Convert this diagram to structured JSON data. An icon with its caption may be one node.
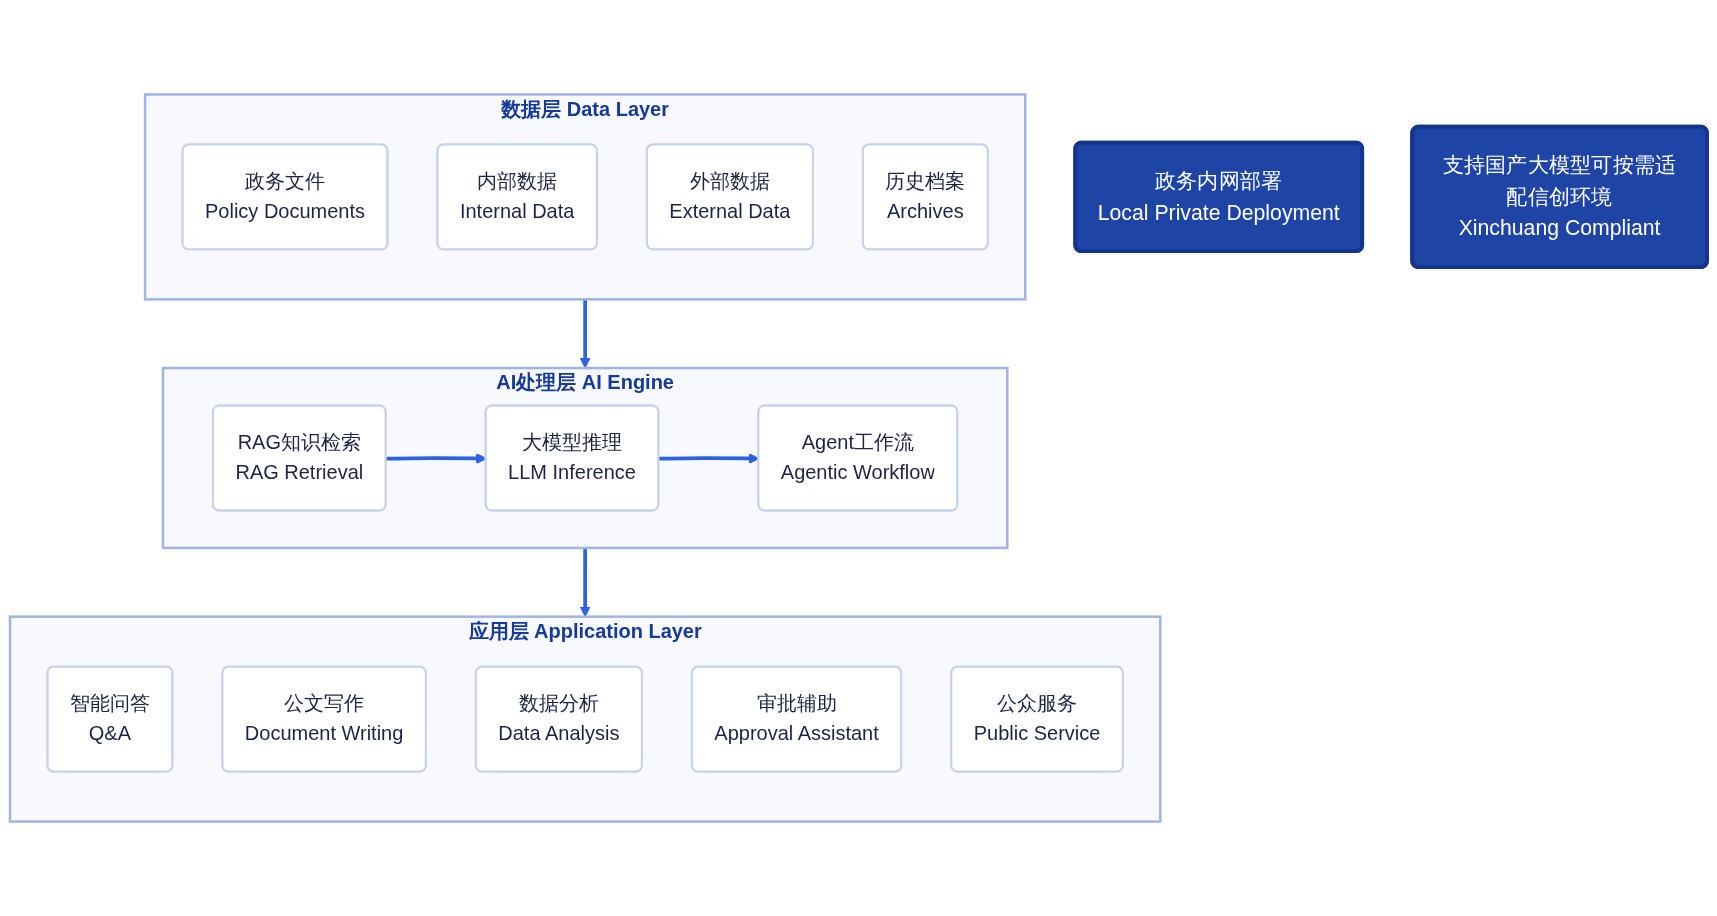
{
  "diagram": {
    "nodes": [
      {
        "text": [
          "政务内网部署",
          "Local Private Deployment"
        ]
      },
      {
        "text": [
          "数据层 Data Layer"
        ]
      },
      {
        "text": [
          "政务文件",
          "Policy Documents"
        ],
        "in": 1
      },
      {
        "text": [
          "内部数据",
          "Internal Data"
        ],
        "in": 1
      },
      {
        "text": [
          "外部数据",
          "External Data"
        ],
        "in": 1
      },
      {
        "text": [
          "历史档案",
          "Archives"
        ],
        "in": 1
      },
      {
        "text": [
          "AI处理层 AI Engine"
        ]
      },
      {
        "text": [
          "RAG知识检索",
          "RAG Retrieval"
        ],
        "in": 6
      },
      {
        "text": [
          "大模型推理",
          "LLM Inference"
        ],
        "in": 6
      },
      {
        "text": [
          "Agent工作流",
          "Agentic Workflow"
        ],
        "in": 6
      },
      {
        "text": [
          "应用层 Application Layer"
        ]
      },
      {
        "text": [
          "智能问答",
          "Q&A"
        ],
        "in": 10
      },
      {
        "text": [
          "公文写作",
          "Document Writing"
        ],
        "in": 10
      },
      {
        "text": [
          "数据分析",
          "Data Analysis"
        ],
        "in": 10
      },
      {
        "text": [
          "审批辅助",
          "Approval Assistant"
        ],
        "in": 10
      },
      {
        "text": [
          "公众服务",
          "Public Service"
        ],
        "in": 10
      },
      {
        "text": [
          "支持国产大模型可按需适配信创环境",
          "Xinchuang Compliant"
        ]
      }
    ],
    "edges": [
      {
        "from": 1,
        "to": 6,
        "arrow": "to"
      },
      {
        "from": 7,
        "to": 8,
        "arrow": "to"
      },
      {
        "from": 8,
        "to": 9,
        "arrow": "to"
      },
      {
        "from": 6,
        "to": 10,
        "arrow": "to"
      }
    ]
  }
}
